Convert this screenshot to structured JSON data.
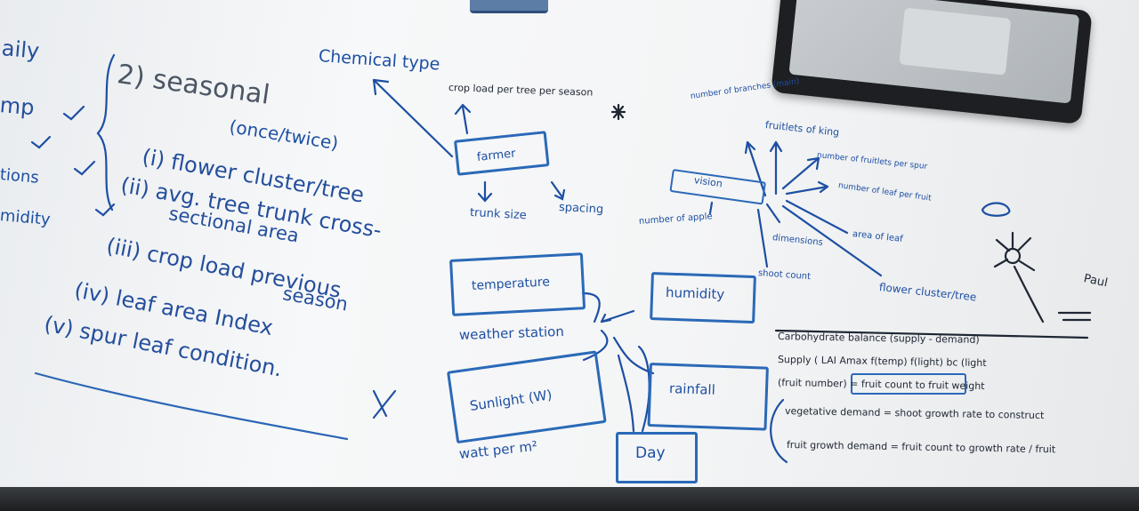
{
  "left_column": {
    "cut_words": [
      "aily",
      "mp",
      "tions",
      "midity"
    ],
    "heading": "2) seasonal",
    "sub": "(once/twice)",
    "items": [
      "(i) flower cluster/tree",
      "(ii) avg. tree trunk cross-",
      "sectional area",
      "(iii) crop load previous",
      "season",
      "(iv) leaf area Index",
      "(v) spur leaf condition."
    ]
  },
  "center": {
    "chemical": "Chemical type",
    "crop_load": "crop load per tree per season",
    "farmer_box": "farmer",
    "farmer_children": [
      "trunk size",
      "spacing"
    ],
    "temperature": "temperature",
    "weather_station": "weather station",
    "sunlight": "Sunlight (W)",
    "watt": "watt per m²",
    "humidity": "humidity",
    "rainfall": "rainfall",
    "day": "Day"
  },
  "vision": {
    "box": "vision",
    "rays": [
      "number of branches (main)",
      "fruitlets of king",
      "number of fruitlets per spur",
      "number of leaf per fruit",
      "area of leaf",
      "flower cluster/tree"
    ],
    "under": [
      "number of apple",
      "dimensions",
      "shoot count"
    ],
    "far_right": "Paul"
  },
  "notes": [
    "Carbohydrate balance (supply - demand)",
    "Supply ( LAI Amax f(temp) f(light) bc (light",
    "(fruit number) = fruit count to fruit weight",
    "vegetative demand = shoot growth rate to construct",
    "fruit growth demand = fruit count to growth rate / fruit"
  ]
}
